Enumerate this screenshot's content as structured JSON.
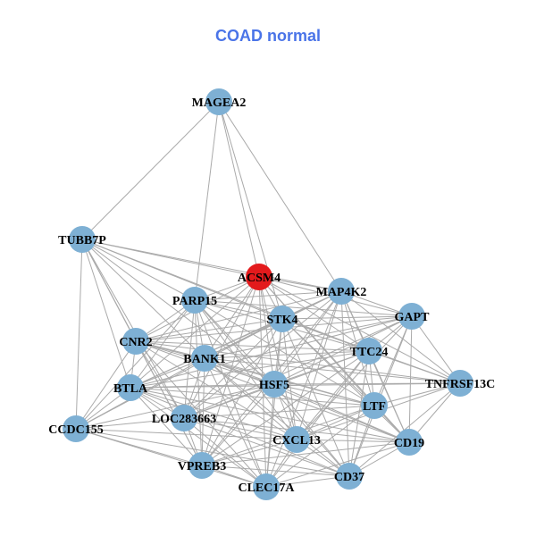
{
  "title": "COAD normal",
  "colors": {
    "title": "#4a74e8",
    "node": "#7eb0d4",
    "highlight": "#e31a1c",
    "edge": "#aaaaaa"
  },
  "nodes": [
    {
      "id": "MAGEA2"
    },
    {
      "id": "TUBB7P"
    },
    {
      "id": "ACSM4",
      "highlight": true
    },
    {
      "id": "PARP15"
    },
    {
      "id": "MAP4K2"
    },
    {
      "id": "GAPT"
    },
    {
      "id": "STK4"
    },
    {
      "id": "CNR2"
    },
    {
      "id": "BANK1"
    },
    {
      "id": "TTC24"
    },
    {
      "id": "BTLA"
    },
    {
      "id": "HSF5"
    },
    {
      "id": "TNFRSF13C"
    },
    {
      "id": "LTF"
    },
    {
      "id": "CCDC155"
    },
    {
      "id": "LOC283663"
    },
    {
      "id": "CXCL13"
    },
    {
      "id": "CD19"
    },
    {
      "id": "VPREB3"
    },
    {
      "id": "CD37"
    },
    {
      "id": "CLEC17A"
    }
  ],
  "edges": [
    [
      "MAGEA2",
      "TUBB7P"
    ],
    [
      "MAGEA2",
      "PARP15"
    ],
    [
      "MAGEA2",
      "ACSM4"
    ],
    [
      "MAGEA2",
      "STK4"
    ],
    [
      "MAGEA2",
      "MAP4K2"
    ],
    [
      "TUBB7P",
      "ACSM4"
    ],
    [
      "TUBB7P",
      "MAP4K2"
    ],
    [
      "TUBB7P",
      "PARP15"
    ],
    [
      "TUBB7P",
      "STK4"
    ],
    [
      "TUBB7P",
      "CNR2"
    ],
    [
      "TUBB7P",
      "BANK1"
    ],
    [
      "TUBB7P",
      "BTLA"
    ],
    [
      "TUBB7P",
      "CCDC155"
    ],
    [
      "TUBB7P",
      "HSF5"
    ],
    [
      "TUBB7P",
      "LOC283663"
    ],
    [
      "TUBB7P",
      "VPREB3"
    ],
    [
      "TUBB7P",
      "TTC24"
    ],
    [
      "ACSM4",
      "PARP15"
    ],
    [
      "ACSM4",
      "MAP4K2"
    ],
    [
      "ACSM4",
      "STK4"
    ],
    [
      "ACSM4",
      "GAPT"
    ],
    [
      "ACSM4",
      "CNR2"
    ],
    [
      "ACSM4",
      "BANK1"
    ],
    [
      "ACSM4",
      "BTLA"
    ],
    [
      "ACSM4",
      "HSF5"
    ],
    [
      "ACSM4",
      "TTC24"
    ],
    [
      "ACSM4",
      "LTF"
    ],
    [
      "ACSM4",
      "CXCL13"
    ],
    [
      "ACSM4",
      "LOC283663"
    ],
    [
      "ACSM4",
      "CD19"
    ],
    [
      "ACSM4",
      "CLEC17A"
    ],
    [
      "ACSM4",
      "VPREB3"
    ],
    [
      "ACSM4",
      "TNFRSF13C"
    ],
    [
      "PARP15",
      "MAP4K2"
    ],
    [
      "PARP15",
      "STK4"
    ],
    [
      "PARP15",
      "GAPT"
    ],
    [
      "PARP15",
      "CNR2"
    ],
    [
      "PARP15",
      "BANK1"
    ],
    [
      "PARP15",
      "BTLA"
    ],
    [
      "PARP15",
      "HSF5"
    ],
    [
      "PARP15",
      "TTC24"
    ],
    [
      "PARP15",
      "LTF"
    ],
    [
      "PARP15",
      "CXCL13"
    ],
    [
      "PARP15",
      "VPREB3"
    ],
    [
      "PARP15",
      "CLEC17A"
    ],
    [
      "PARP15",
      "CD37"
    ],
    [
      "PARP15",
      "LOC283663"
    ],
    [
      "PARP15",
      "CCDC155"
    ],
    [
      "MAP4K2",
      "GAPT"
    ],
    [
      "MAP4K2",
      "STK4"
    ],
    [
      "MAP4K2",
      "TTC24"
    ],
    [
      "MAP4K2",
      "TNFRSF13C"
    ],
    [
      "MAP4K2",
      "LTF"
    ],
    [
      "MAP4K2",
      "CD19"
    ],
    [
      "MAP4K2",
      "CD37"
    ],
    [
      "MAP4K2",
      "CXCL13"
    ],
    [
      "MAP4K2",
      "HSF5"
    ],
    [
      "MAP4K2",
      "BANK1"
    ],
    [
      "MAP4K2",
      "CNR2"
    ],
    [
      "MAP4K2",
      "BTLA"
    ],
    [
      "MAP4K2",
      "LOC283663"
    ],
    [
      "MAP4K2",
      "CLEC17A"
    ],
    [
      "MAP4K2",
      "VPREB3"
    ],
    [
      "GAPT",
      "STK4"
    ],
    [
      "GAPT",
      "TTC24"
    ],
    [
      "GAPT",
      "TNFRSF13C"
    ],
    [
      "GAPT",
      "LTF"
    ],
    [
      "GAPT",
      "CD19"
    ],
    [
      "GAPT",
      "CD37"
    ],
    [
      "GAPT",
      "HSF5"
    ],
    [
      "GAPT",
      "BANK1"
    ],
    [
      "GAPT",
      "CXCL13"
    ],
    [
      "GAPT",
      "BTLA"
    ],
    [
      "GAPT",
      "CNR2"
    ],
    [
      "GAPT",
      "LOC283663"
    ],
    [
      "STK4",
      "CNR2"
    ],
    [
      "STK4",
      "BANK1"
    ],
    [
      "STK4",
      "TTC24"
    ],
    [
      "STK4",
      "BTLA"
    ],
    [
      "STK4",
      "HSF5"
    ],
    [
      "STK4",
      "TNFRSF13C"
    ],
    [
      "STK4",
      "LTF"
    ],
    [
      "STK4",
      "CXCL13"
    ],
    [
      "STK4",
      "CD19"
    ],
    [
      "STK4",
      "VPREB3"
    ],
    [
      "STK4",
      "CD37"
    ],
    [
      "STK4",
      "CLEC17A"
    ],
    [
      "STK4",
      "LOC283663"
    ],
    [
      "STK4",
      "CCDC155"
    ],
    [
      "CNR2",
      "BANK1"
    ],
    [
      "CNR2",
      "BTLA"
    ],
    [
      "CNR2",
      "HSF5"
    ],
    [
      "CNR2",
      "TTC24"
    ],
    [
      "CNR2",
      "LTF"
    ],
    [
      "CNR2",
      "CCDC155"
    ],
    [
      "CNR2",
      "LOC283663"
    ],
    [
      "CNR2",
      "CXCL13"
    ],
    [
      "CNR2",
      "VPREB3"
    ],
    [
      "CNR2",
      "CD19"
    ],
    [
      "CNR2",
      "TNFRSF13C"
    ],
    [
      "CNR2",
      "CLEC17A"
    ],
    [
      "BANK1",
      "TTC24"
    ],
    [
      "BANK1",
      "BTLA"
    ],
    [
      "BANK1",
      "HSF5"
    ],
    [
      "BANK1",
      "LTF"
    ],
    [
      "BANK1",
      "CCDC155"
    ],
    [
      "BANK1",
      "LOC283663"
    ],
    [
      "BANK1",
      "CXCL13"
    ],
    [
      "BANK1",
      "CD19"
    ],
    [
      "BANK1",
      "VPREB3"
    ],
    [
      "BANK1",
      "CD37"
    ],
    [
      "BANK1",
      "CLEC17A"
    ],
    [
      "BANK1",
      "TNFRSF13C"
    ],
    [
      "TTC24",
      "HSF5"
    ],
    [
      "TTC24",
      "TNFRSF13C"
    ],
    [
      "TTC24",
      "LTF"
    ],
    [
      "TTC24",
      "CXCL13"
    ],
    [
      "TTC24",
      "CD19"
    ],
    [
      "TTC24",
      "CD37"
    ],
    [
      "TTC24",
      "BTLA"
    ],
    [
      "TTC24",
      "LOC283663"
    ],
    [
      "TTC24",
      "VPREB3"
    ],
    [
      "TTC24",
      "CLEC17A"
    ],
    [
      "BTLA",
      "HSF5"
    ],
    [
      "BTLA",
      "CCDC155"
    ],
    [
      "BTLA",
      "LOC283663"
    ],
    [
      "BTLA",
      "CXCL13"
    ],
    [
      "BTLA",
      "VPREB3"
    ],
    [
      "BTLA",
      "CLEC17A"
    ],
    [
      "BTLA",
      "LTF"
    ],
    [
      "BTLA",
      "CD19"
    ],
    [
      "BTLA",
      "CD37"
    ],
    [
      "BTLA",
      "TNFRSF13C"
    ],
    [
      "HSF5",
      "LTF"
    ],
    [
      "HSF5",
      "TNFRSF13C"
    ],
    [
      "HSF5",
      "CXCL13"
    ],
    [
      "HSF5",
      "CD19"
    ],
    [
      "HSF5",
      "CD37"
    ],
    [
      "HSF5",
      "LOC283663"
    ],
    [
      "HSF5",
      "VPREB3"
    ],
    [
      "HSF5",
      "CLEC17A"
    ],
    [
      "HSF5",
      "CCDC155"
    ],
    [
      "TNFRSF13C",
      "LTF"
    ],
    [
      "TNFRSF13C",
      "CD19"
    ],
    [
      "TNFRSF13C",
      "CD37"
    ],
    [
      "TNFRSF13C",
      "CXCL13"
    ],
    [
      "LTF",
      "CXCL13"
    ],
    [
      "LTF",
      "CD19"
    ],
    [
      "LTF",
      "CD37"
    ],
    [
      "LTF",
      "CLEC17A"
    ],
    [
      "LTF",
      "VPREB3"
    ],
    [
      "LTF",
      "LOC283663"
    ],
    [
      "CCDC155",
      "LOC283663"
    ],
    [
      "CCDC155",
      "VPREB3"
    ],
    [
      "CCDC155",
      "CXCL13"
    ],
    [
      "CCDC155",
      "CLEC17A"
    ],
    [
      "CCDC155",
      "CD37"
    ],
    [
      "LOC283663",
      "CXCL13"
    ],
    [
      "LOC283663",
      "VPREB3"
    ],
    [
      "LOC283663",
      "CLEC17A"
    ],
    [
      "LOC283663",
      "CD37"
    ],
    [
      "LOC283663",
      "CD19"
    ],
    [
      "CXCL13",
      "CD19"
    ],
    [
      "CXCL13",
      "CD37"
    ],
    [
      "CXCL13",
      "VPREB3"
    ],
    [
      "CXCL13",
      "CLEC17A"
    ],
    [
      "CD19",
      "CD37"
    ],
    [
      "CD19",
      "CLEC17A"
    ],
    [
      "CD19",
      "VPREB3"
    ],
    [
      "VPREB3",
      "CLEC17A"
    ],
    [
      "VPREB3",
      "CD37"
    ],
    [
      "CD37",
      "CLEC17A"
    ]
  ]
}
